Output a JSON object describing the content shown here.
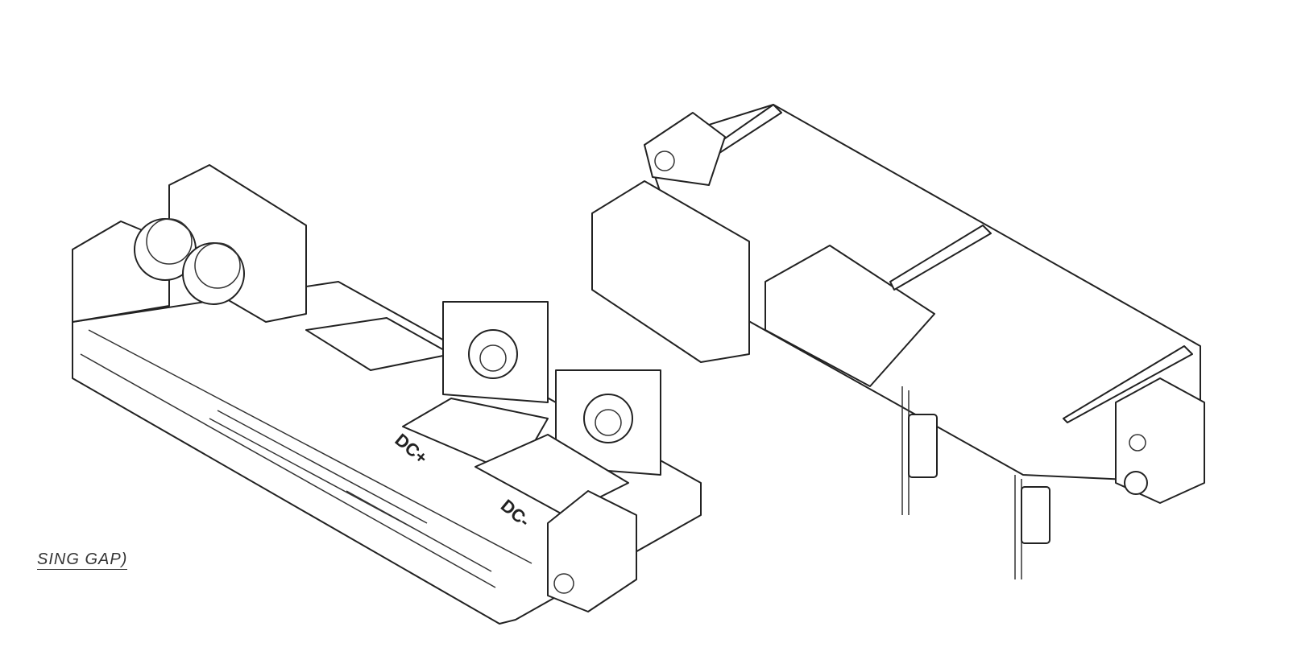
{
  "figure": {
    "left_view": {
      "labels": {
        "positive": "DC+",
        "negative": "DC-"
      }
    },
    "caption_fragment": "SING GAP)"
  }
}
